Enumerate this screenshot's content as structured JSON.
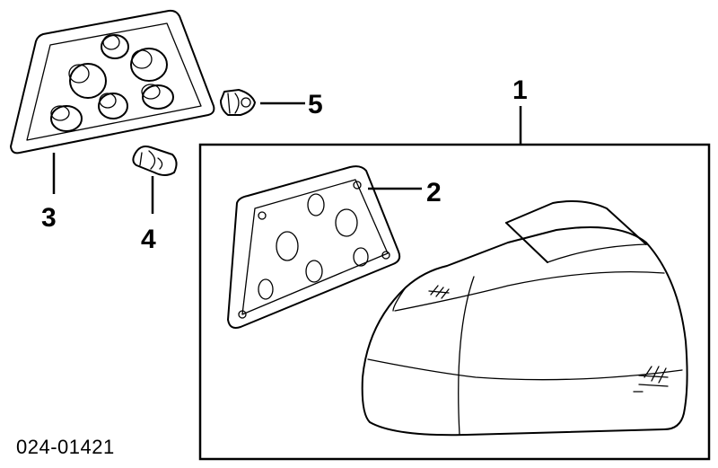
{
  "diagram": {
    "part_number": "024-01421",
    "callouts": [
      {
        "id": "1",
        "label": "1"
      },
      {
        "id": "2",
        "label": "2"
      },
      {
        "id": "3",
        "label": "3"
      },
      {
        "id": "4",
        "label": "4"
      },
      {
        "id": "5",
        "label": "5"
      }
    ]
  }
}
